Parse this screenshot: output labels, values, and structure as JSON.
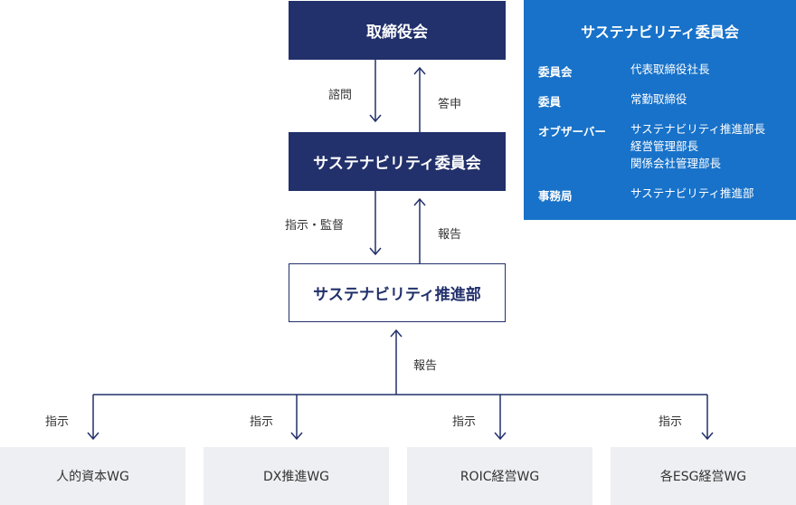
{
  "board": "取締役会",
  "committee": "サステナビリティ委員会",
  "department": "サステナビリティ推進部",
  "labels": {
    "consult": "諮問",
    "answer": "答申",
    "instruct_monitor": "指示・監督",
    "report1": "報告",
    "report2": "報告",
    "instruct": "指示"
  },
  "wgs": [
    "人的資本WG",
    "DX推進WG",
    "ROIC経営WG",
    "各ESG経営WG"
  ],
  "committee_panel": {
    "title": "サステナビリティ委員会",
    "rows": [
      {
        "key": "委員会",
        "values": [
          "代表取締役社長"
        ]
      },
      {
        "key": "委員",
        "values": [
          "常勤取締役"
        ]
      },
      {
        "key": "オブザーバー",
        "values": [
          "サステナビリティ推進部長",
          "経営管理部長",
          "関係会社管理部長"
        ]
      },
      {
        "key": "事務局",
        "values": [
          "サステナビリティ推進部"
        ]
      }
    ]
  },
  "colors": {
    "navy": "#22306b",
    "panel_blue": "#1872c9",
    "wg_bg": "#eeeff2"
  }
}
